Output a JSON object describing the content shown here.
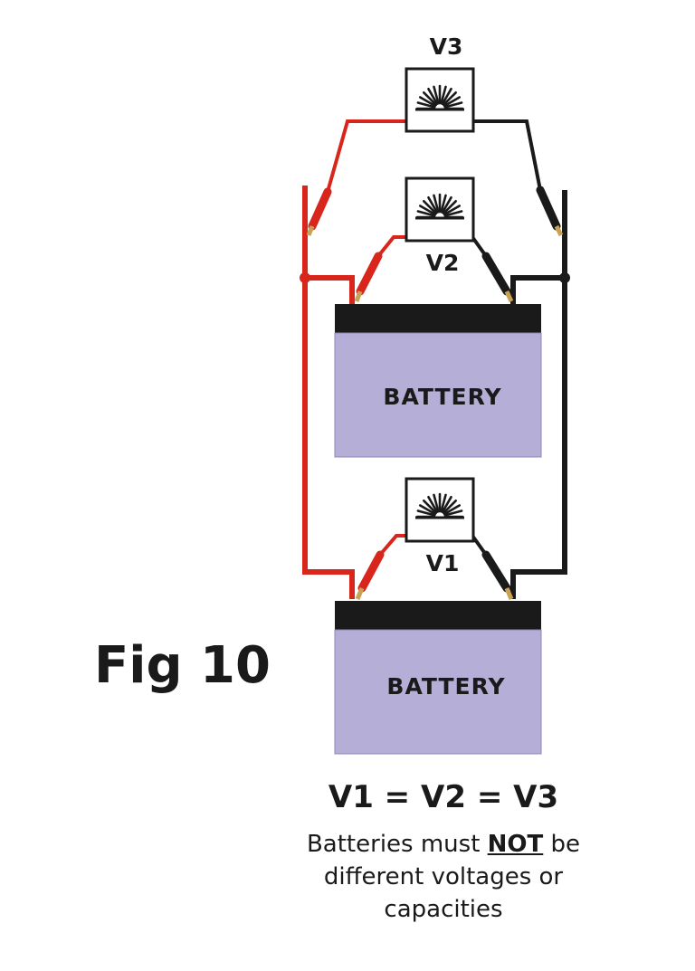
{
  "colors": {
    "positive_wire": "#d9261c",
    "negative_wire": "#1a1a1a",
    "battery_body": "#b5aed6",
    "battery_top": "#1a1a1a",
    "clamp_tip": "#c9a255"
  },
  "meters": [
    {
      "id": "v3",
      "label": "V3",
      "icon": "meter-scale-icon"
    },
    {
      "id": "v2",
      "label": "V2",
      "icon": "meter-scale-icon"
    },
    {
      "id": "v1",
      "label": "V1",
      "icon": "meter-scale-icon"
    }
  ],
  "batteries": [
    {
      "id": "top",
      "label": "BATTERY"
    },
    {
      "id": "bottom",
      "label": "BATTERY"
    }
  ],
  "figure_title": "Fig 10",
  "equation": "V1 = V2 = V3",
  "note": {
    "line1_prefix": "Batteries must ",
    "line1_emphasis": "NOT",
    "line1_suffix": " be",
    "line2": "different voltages or",
    "line3": "capacities"
  }
}
